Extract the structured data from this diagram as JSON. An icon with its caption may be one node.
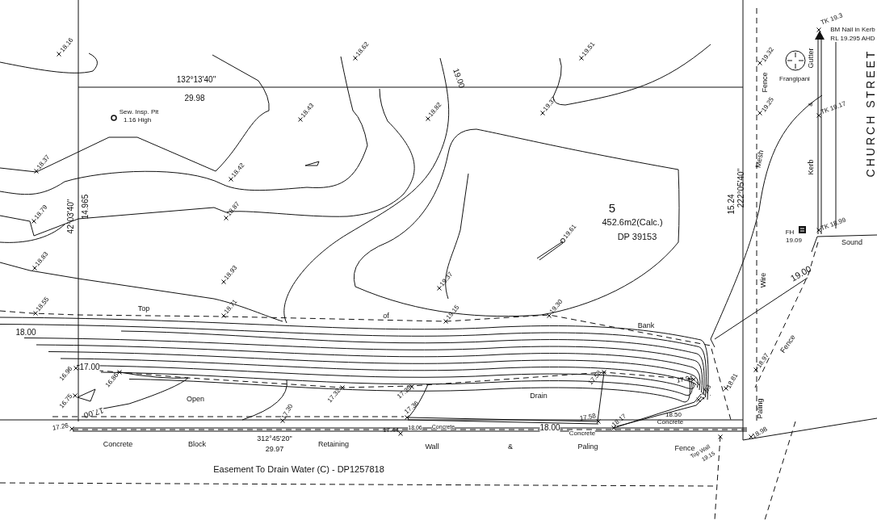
{
  "diagram": {
    "labels": [
      "18.16",
      "18.62",
      "19.51",
      "TK 19.3",
      "BM Nail in Kerb",
      "RL 19.295 AHD",
      "19.32",
      "Gutter",
      "132°13'40\"",
      "19.00",
      "Fence",
      "Frangipani",
      "29.98",
      "19.37",
      "&",
      "Sew. Insp. Pit",
      "1.16 High",
      "18.43",
      "18.82",
      "19.25",
      "TK 19.17",
      "18.37",
      "18.42",
      "Mesh",
      "Kerb",
      "CHURCH STREET",
      "15.24",
      "222°05'40\"",
      "5",
      "18.79",
      "18.87",
      "42°03'40\"",
      "14.965",
      "452.6m2(Calc.)",
      "19.61",
      "TK 18.99",
      "FH",
      "19.09",
      "DP 39153",
      "Sound",
      "18.83",
      "18.93",
      "19.37",
      "Wire",
      "19.00",
      "18.55",
      "Top",
      "18.71",
      "of",
      "19.15",
      "19.30",
      "Bank",
      "18.00",
      "Fence",
      "16.96",
      "17.00",
      "16.86",
      "18.97",
      "17.58",
      "17.94",
      "16.75",
      "Open",
      "17.32",
      "17.35",
      "Drain",
      "18.81",
      "17.93",
      "17.36",
      "Paling",
      "17.00",
      "17.30",
      "17.58",
      "18.17",
      "18.50",
      "Concrete",
      "17.26",
      "17.44",
      "18.06",
      "Concrete",
      "18.00",
      "Concrete",
      "18.98",
      "312°45'20\"",
      "Concrete",
      "Block",
      "Retaining",
      "Wall",
      "&",
      "Paling",
      "Fence",
      "Top Wall",
      "19.15",
      "29.97",
      "Easement To Drain Water (C) - DP1257818"
    ]
  }
}
